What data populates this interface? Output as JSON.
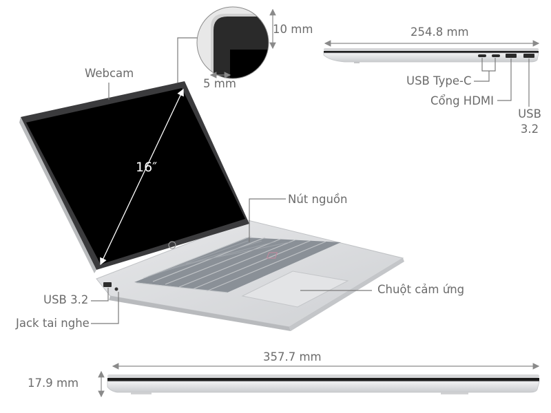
{
  "product": {
    "screen_size": "16″"
  },
  "top_callouts": {
    "webcam": "Webcam",
    "bezel_top": "10 mm",
    "bezel_side": "5 mm"
  },
  "keyboard_callouts": {
    "power_button": "Nút nguồn",
    "touchpad": "Chuột cảm ứng"
  },
  "left_ports": {
    "usb": "USB 3.2",
    "audio_jack": "Jack tai nghe"
  },
  "side_view": {
    "depth": "254.8 mm",
    "ports": {
      "usb_c": "USB Type-C",
      "hdmi": "Cổng HDMI",
      "usb_line1": "USB",
      "usb_line2": "3.2"
    }
  },
  "front_view": {
    "width": "357.7 mm",
    "height": "17.9 mm"
  },
  "colors": {
    "label_text": "#6b6b6b",
    "leader_line": "#7a7a7a",
    "screen": "#000000",
    "bezel": "#3a3a3a",
    "chassis": "#d9dadc",
    "keys": "#7d838a"
  }
}
